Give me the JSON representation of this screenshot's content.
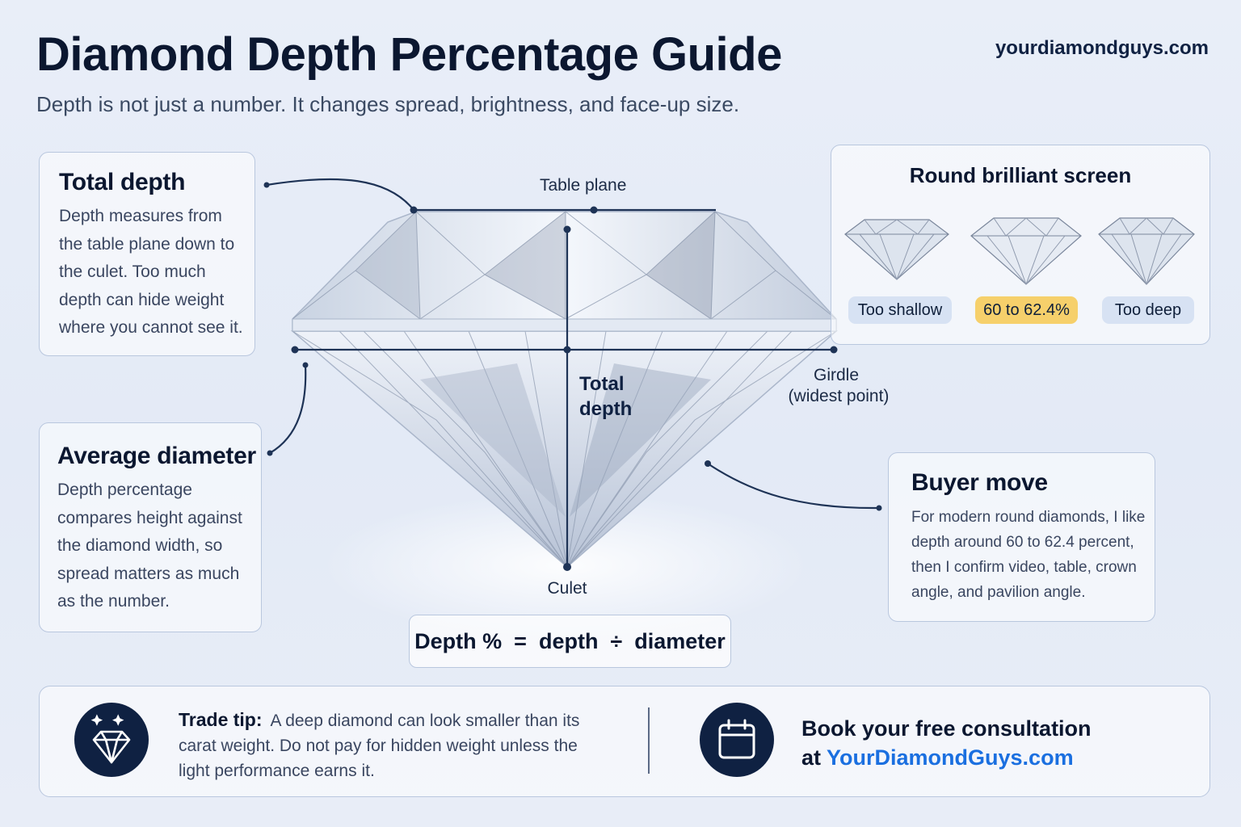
{
  "header": {
    "title": "Diamond Depth Percentage Guide",
    "site": "yourdiamondguys.com",
    "subtitle": "Depth is not just a number. It changes spread, brightness, and face-up size."
  },
  "total_depth_card": {
    "title": "Total depth",
    "body": "Depth measures from the table plane down to the culet. Too much depth can hide weight where you cannot see it."
  },
  "average_diameter_card": {
    "title": "Average diameter",
    "body": "Depth percentage compares height against the diamond width, so spread matters as much as the number."
  },
  "diagram": {
    "table_plane": "Table plane",
    "total_depth": "Total depth",
    "girdle": "Girdle",
    "girdle_note": "(widest point)",
    "culet": "Culet"
  },
  "screen_card": {
    "title": "Round brilliant screen",
    "pills": [
      "Too shallow",
      "60 to 62.4%",
      "Too deep"
    ],
    "highlight_color": "#f6d06b"
  },
  "buyer_card": {
    "title": "Buyer move",
    "body": "For modern round diamonds, I like depth around 60 to 62.4 percent, then I confirm video, table, crown angle, and pavilion angle."
  },
  "formula": "Depth %  =  depth  ÷  diameter",
  "trade_tip": {
    "label": "Trade tip:",
    "text": "A deep diamond can look smaller than its carat weight. Do not pay for hidden weight unless the light performance earns it."
  },
  "consultation": {
    "line1": "Book your free consultation",
    "prefix": "at ",
    "link": "YourDiamondGuys.com",
    "link_color": "#1a6fe0"
  },
  "icons": [
    "diamond-sparkle-icon",
    "calendar-icon"
  ]
}
